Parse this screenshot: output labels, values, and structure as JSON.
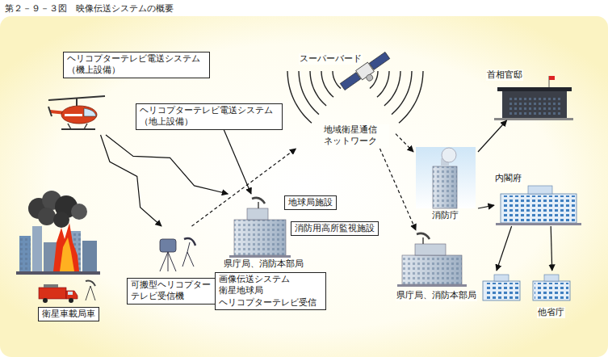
{
  "diagram": {
    "title": "第２－９－３図　映像伝送システムの概要",
    "nodes": [
      {
        "text": [
          "ヘリコプターテレビ電送システム （機上設備）"
        ]
      },
      {
        "text": [
          "ヘリコプターテレビ電送システム （地上設備）"
        ]
      },
      {
        "text": [
          "スーパーバード",
          "地域衛星通信 ネットワーク"
        ]
      },
      {
        "text": [
          "可搬型ヘリコプター テレビ受信機"
        ]
      },
      {
        "text": [
          "県庁局、消防本部局"
        ]
      },
      {
        "text": [
          "地球局施設"
        ]
      },
      {
        "text": [
          "消防用高所監視施設"
        ]
      },
      {
        "text": [
          "画像伝送システム 衛星地球局 ヘリコプターテレビ受信"
        ]
      },
      {
        "text": [
          "衛星車載局車"
        ]
      },
      {
        "text": [
          "消防庁"
        ]
      },
      {
        "text": [
          "県庁局、消防本部局"
        ]
      },
      {
        "text": [
          "首相官邸"
        ]
      },
      {
        "text": [
          "内閣府"
        ]
      },
      {
        "text": [
          "他省庁"
        ]
      }
    ],
    "edges": [
      {
        "from": 0,
        "to": 3,
        "arrow": "to"
      },
      {
        "from": 0,
        "to": 4,
        "arrow": "to"
      },
      {
        "from": 1,
        "to": 4,
        "arrow": "to"
      },
      {
        "from": 3,
        "to": 2,
        "arrow": "to"
      },
      {
        "from": 2,
        "to": 9,
        "arrow": "to"
      },
      {
        "from": 2,
        "to": 10,
        "arrow": "to"
      },
      {
        "from": 9,
        "to": 11,
        "arrow": "to"
      },
      {
        "from": 9,
        "to": 12,
        "arrow": "to"
      },
      {
        "from": 12,
        "to": 13,
        "arrow": "to"
      },
      {
        "from": 12,
        "to": 13,
        "arrow": "to"
      }
    ]
  }
}
